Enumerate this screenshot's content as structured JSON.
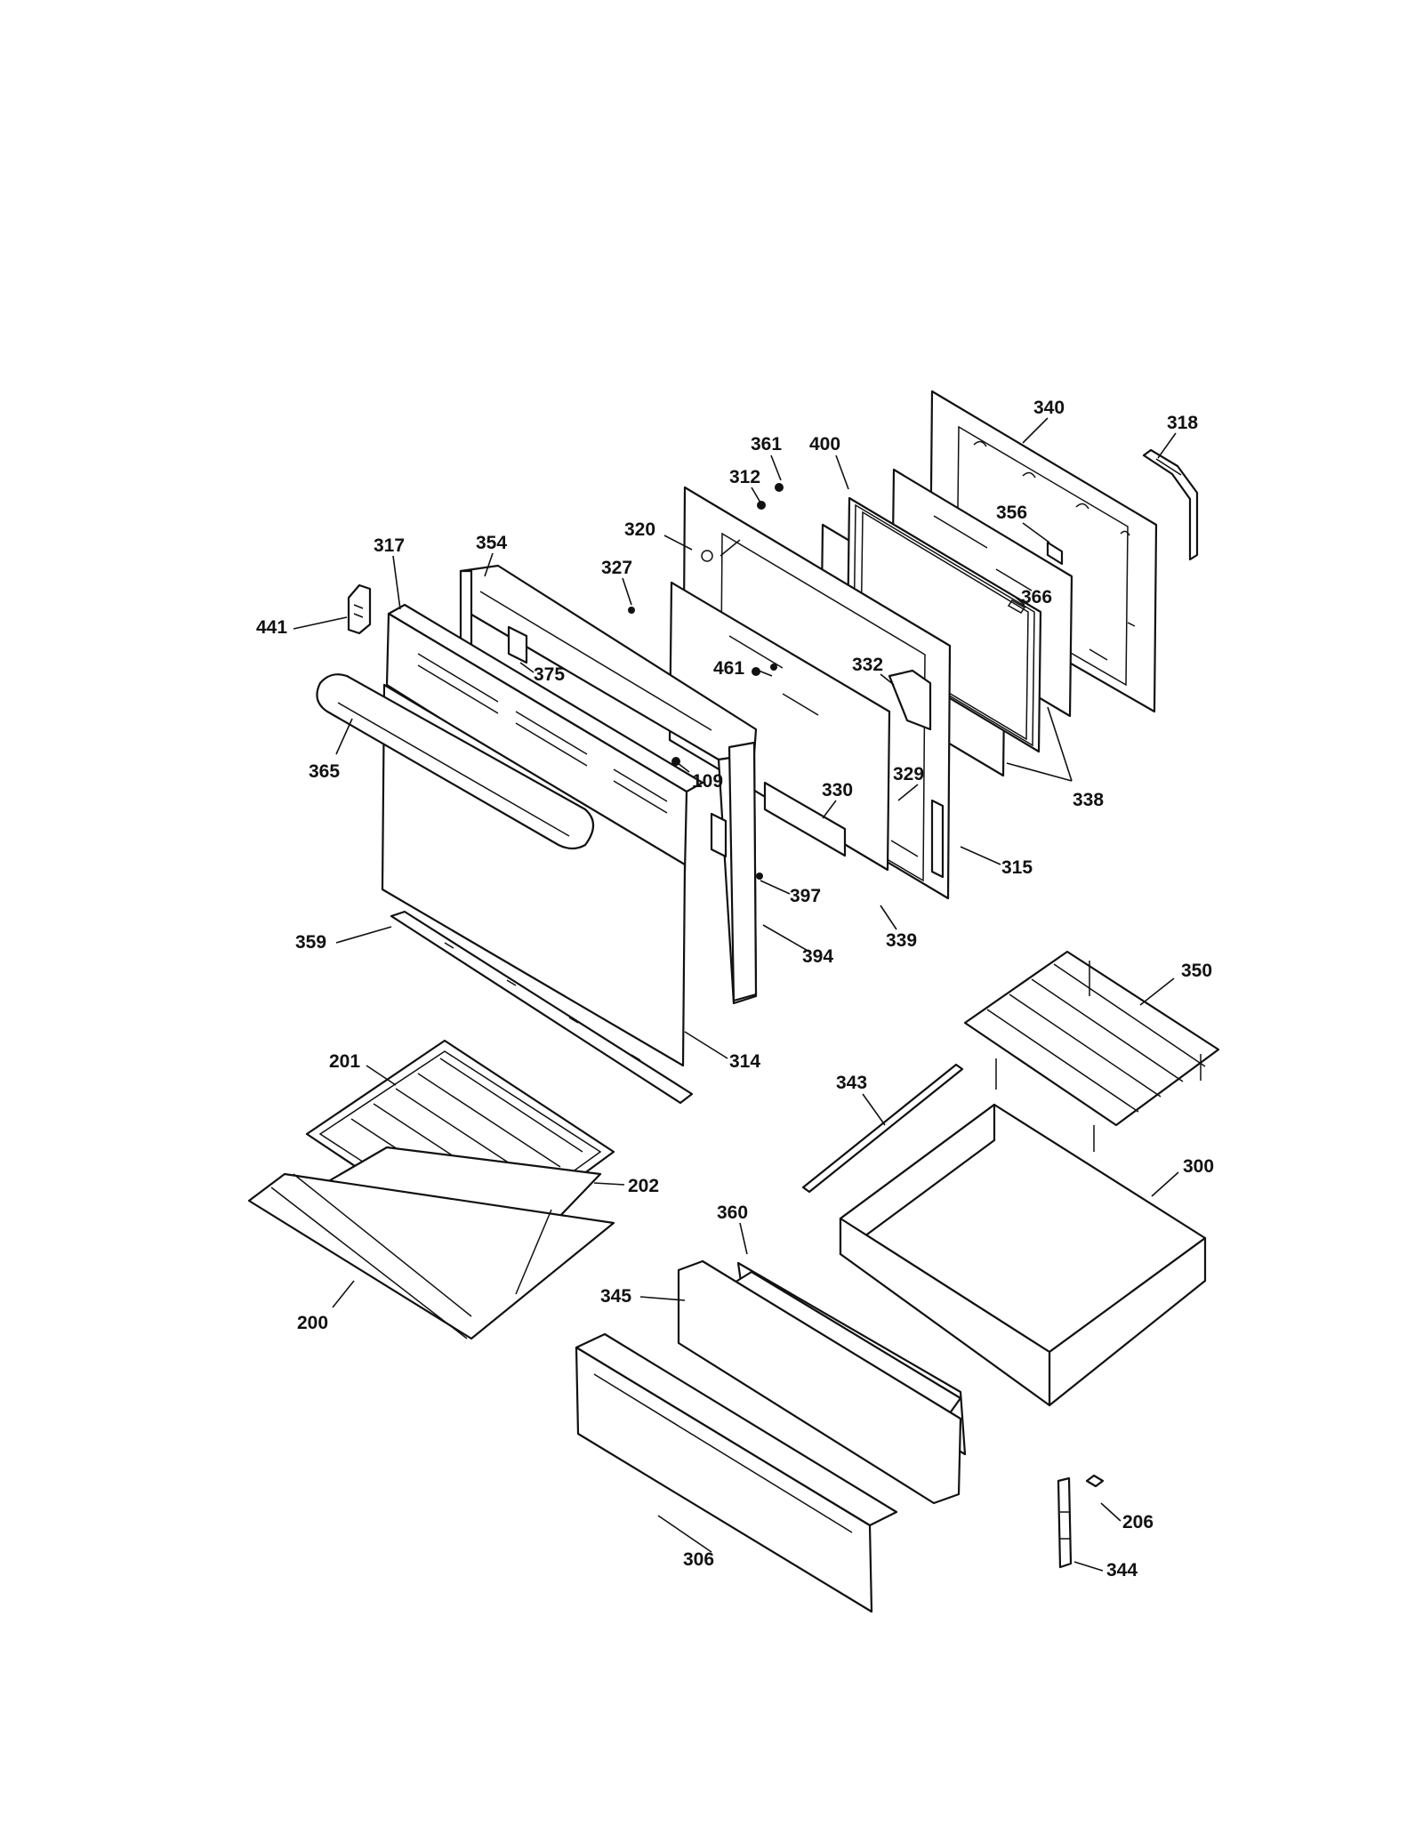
{
  "diagram": {
    "parts": [
      {
        "key": "318",
        "text": "318"
      },
      {
        "key": "340",
        "text": "340"
      },
      {
        "key": "361",
        "text": "361"
      },
      {
        "key": "400",
        "text": "400"
      },
      {
        "key": "312",
        "text": "312"
      },
      {
        "key": "356",
        "text": "356"
      },
      {
        "key": "320",
        "text": "320"
      },
      {
        "key": "317",
        "text": "317"
      },
      {
        "key": "354",
        "text": "354"
      },
      {
        "key": "327",
        "text": "327"
      },
      {
        "key": "366",
        "text": "366"
      },
      {
        "key": "441",
        "text": "441"
      },
      {
        "key": "375",
        "text": "375"
      },
      {
        "key": "461",
        "text": "461"
      },
      {
        "key": "332",
        "text": "332"
      },
      {
        "key": "365",
        "text": "365"
      },
      {
        "key": "109",
        "text": "109"
      },
      {
        "key": "329",
        "text": "329"
      },
      {
        "key": "330",
        "text": "330"
      },
      {
        "key": "338",
        "text": "338"
      },
      {
        "key": "315",
        "text": "315"
      },
      {
        "key": "397",
        "text": "397"
      },
      {
        "key": "359",
        "text": "359"
      },
      {
        "key": "339",
        "text": "339"
      },
      {
        "key": "394",
        "text": "394"
      },
      {
        "key": "350",
        "text": "350"
      },
      {
        "key": "201",
        "text": "201"
      },
      {
        "key": "314",
        "text": "314"
      },
      {
        "key": "343",
        "text": "343"
      },
      {
        "key": "202",
        "text": "202"
      },
      {
        "key": "300",
        "text": "300"
      },
      {
        "key": "360",
        "text": "360"
      },
      {
        "key": "345",
        "text": "345"
      },
      {
        "key": "200",
        "text": "200"
      },
      {
        "key": "206",
        "text": "206"
      },
      {
        "key": "306",
        "text": "306"
      },
      {
        "key": "344",
        "text": "344"
      }
    ]
  }
}
